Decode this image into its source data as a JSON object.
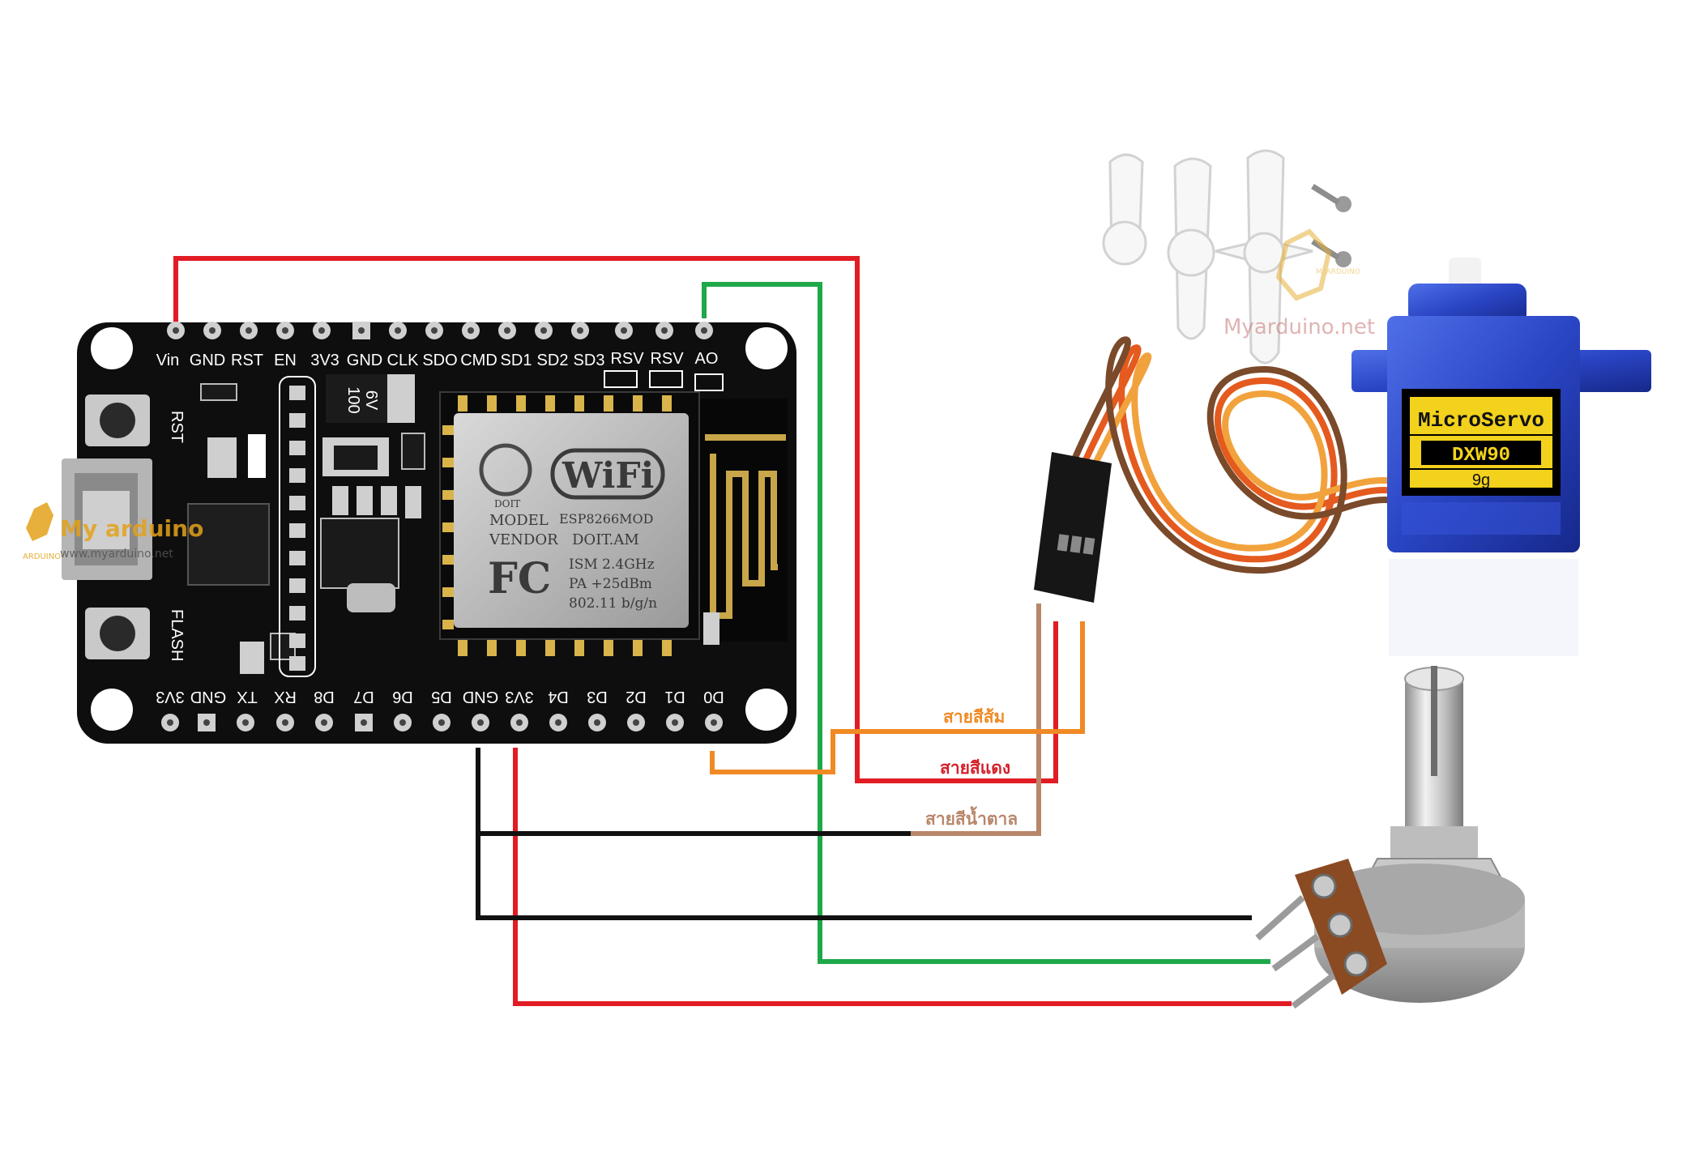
{
  "board": {
    "top_pins": [
      "Vin",
      "GND",
      "RST",
      "EN",
      "3V3",
      "GND",
      "CLK",
      "SDO",
      "CMD",
      "SD1",
      "SD2",
      "SD3",
      "RSV",
      "RSV",
      "AO"
    ],
    "bottom_pins": [
      "3V3",
      "GND",
      "TX",
      "RX",
      "D8",
      "D7",
      "D6",
      "D5",
      "GND",
      "3V3",
      "D4",
      "D3",
      "D2",
      "D1",
      "D0"
    ],
    "button_rst": "RST",
    "button_flash": "FLASH",
    "cap_value": "100",
    "cap_voltage": "6V",
    "module": {
      "wifi_logo": "WiFi",
      "doit": "DOIT",
      "model_label": "MODEL",
      "model_value": "ESP8266MOD",
      "vendor_label": "VENDOR",
      "vendor_value": "DOIT.AM",
      "fc": "FC",
      "ism": "ISM  2.4GHz",
      "pa": "PA   +25dBm",
      "std": "802.11 b/g/n"
    }
  },
  "watermarks": {
    "left_title": "My arduino",
    "left_url": "www.myarduino.net",
    "left_side": "ARDUINO",
    "servo_site": "Myarduino.net",
    "logo_text": "MYARDUINO"
  },
  "servo": {
    "brand": "MicroServo",
    "model": "DXW90",
    "weight": "9g"
  },
  "wire_labels": {
    "orange": "สายสีส้ม",
    "red": "สายสีแดง",
    "brown": "สายสีน้ำตาล"
  },
  "colors": {
    "wire_red": "#e21c24",
    "wire_green": "#1fa84a",
    "wire_black": "#111111",
    "wire_orange": "#f08a24",
    "wire_brown": "#b8876a",
    "label_orange": "#f08a24",
    "label_red": "#d4202a",
    "label_brown": "#b8876a",
    "board": "#0e0e0e",
    "servo_body": "#2c49c8"
  }
}
